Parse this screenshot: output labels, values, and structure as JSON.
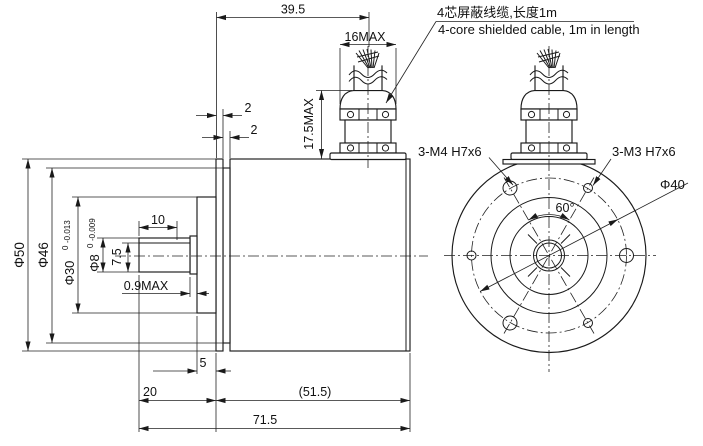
{
  "annotations": {
    "cable_note_zh": "4芯屏蔽线缆,长度1m",
    "cable_note_en": "4-core shielded cable, 1m in length"
  },
  "side_view": {
    "dim_39_5": "39.5",
    "dim_16max": "16MAX",
    "dim_17_5max": "17.5MAX",
    "dim_2a": "2",
    "dim_2b": "2",
    "dia_50": "Φ50",
    "dia_46": "Φ46",
    "dia_30": "Φ30",
    "dia_30_tol_upper": "0",
    "dia_30_tol_lower": "-0.013",
    "dia_8": "Φ8",
    "dia_8_tol_upper": "0",
    "dia_8_tol_lower": "-0.009",
    "dim_7_5": "7.5",
    "dim_10": "10",
    "dim_0_9max": "0.9MAX",
    "dim_5": "5",
    "dim_20": "20",
    "dim_51_5": "(51.5)",
    "dim_71_5": "71.5"
  },
  "front_view": {
    "label_m4": "3-M4 H7x6",
    "label_m3": "3-M3 H7x6",
    "dia_40": "Φ40",
    "angle_60": "60°"
  }
}
